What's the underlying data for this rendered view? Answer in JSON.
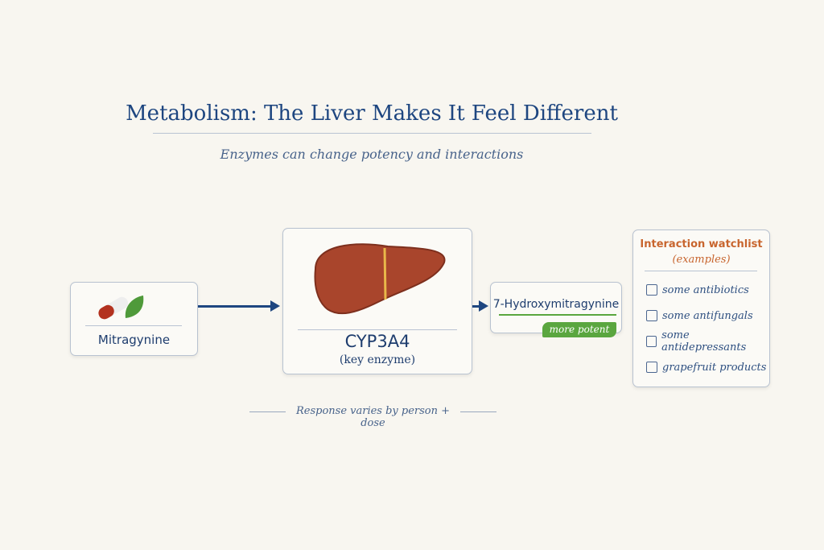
{
  "title": "Metabolism: The Liver Makes It Feel Different",
  "subtitle": "Enzymes can change potency and interactions",
  "nodes": {
    "source": "Mitragynine",
    "enzyme": "CYP3A4",
    "enzyme_note": "(key enzyme)",
    "product": "7-Hydroxymitragynine",
    "product_badge": "more potent"
  },
  "watchlist": {
    "title": "Interaction watchlist",
    "subtitle": "(examples)",
    "items": [
      "some antibiotics",
      "some antifungals",
      "some antidepressants",
      "grapefruit products"
    ]
  },
  "footer": "Response varies by person + dose"
}
